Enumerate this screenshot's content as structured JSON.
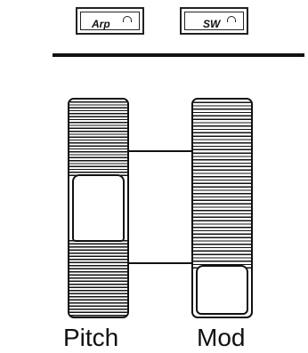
{
  "buttons": [
    {
      "id": "arp",
      "label": "Arp"
    },
    {
      "id": "sw",
      "label": "SW"
    }
  ],
  "wheels": [
    {
      "id": "pitch",
      "label": "Pitch"
    },
    {
      "id": "mod",
      "label": "Mod"
    }
  ]
}
